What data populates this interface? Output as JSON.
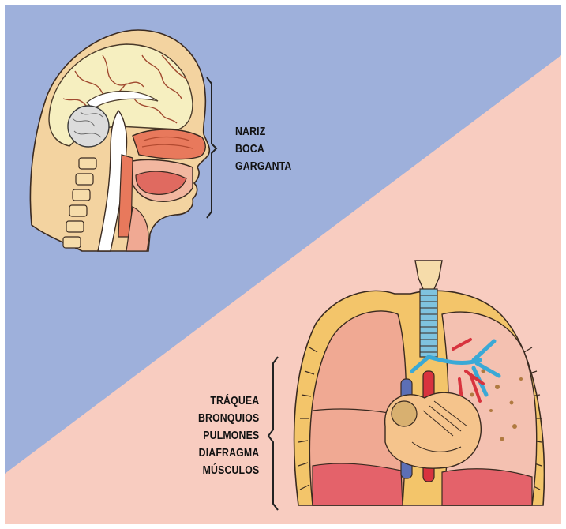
{
  "upper_tract": {
    "labels": [
      "NARIZ",
      "BOCA",
      "GARGANTA"
    ]
  },
  "lower_tract": {
    "labels": [
      "TRÁQUEA",
      "BRONQUIOS",
      "PULMONES",
      "DIAFRAGMA",
      "MÚSCULOS"
    ]
  },
  "colors": {
    "background_upper": "#9eb0db",
    "background_lower": "#f8ccc0",
    "skin": "#f3d3a0",
    "brain": "#f6efc0",
    "nasal_cavity": "#e8795c",
    "lung_left": "#f0a993",
    "lung_right": "#f4c1b1",
    "trachea": "#7fc3df",
    "artery": "#d8333e",
    "vein": "#5c6fb5",
    "bronchi": "#3aa9d6"
  },
  "icons": {
    "upper_bracket": "right-brace-icon",
    "lower_bracket": "left-brace-icon"
  }
}
